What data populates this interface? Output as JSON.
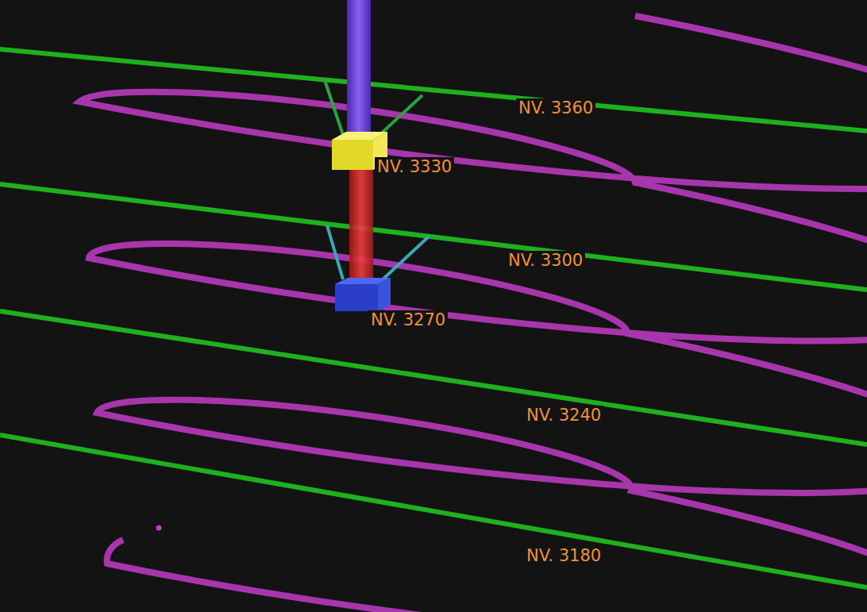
{
  "diagram": {
    "labels": [
      "NV. 3360",
      "NV. 3330",
      "NV. 3300",
      "NV. 3270",
      "NV. 3240",
      "NV. 3180"
    ]
  }
}
